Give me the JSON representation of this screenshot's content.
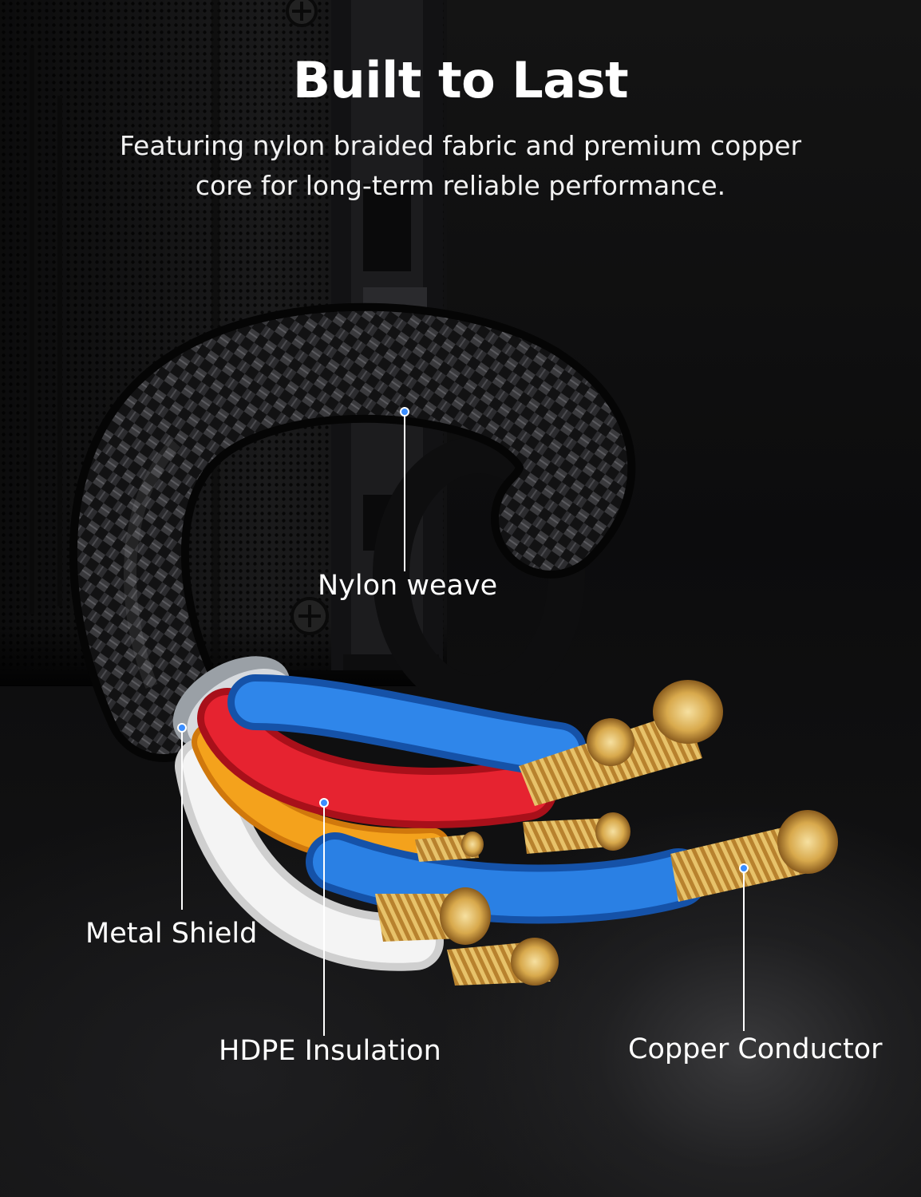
{
  "headline": {
    "title": "Built to Last",
    "subtitle_line1": "Featuring nylon braided fabric and premium copper",
    "subtitle_line2": "core for long-term reliable performance."
  },
  "callouts": {
    "nylon_weave": "Nylon weave",
    "metal_shield": "Metal Shield",
    "hdpe_insulation": "HDPE Insulation",
    "copper_conductor": "Copper Conductor"
  },
  "colors": {
    "background": "#0b0b0c",
    "text": "#ffffff",
    "marker_dot": "#3a8dff",
    "wire_blue": "#1f6fd0",
    "wire_red": "#e0202a",
    "wire_orange": "#f29a16",
    "wire_white": "#eeeeee",
    "copper": "#d9a84a"
  }
}
